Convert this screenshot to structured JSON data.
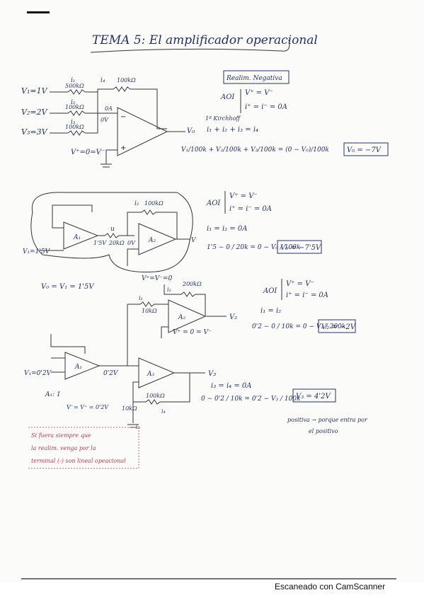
{
  "page": {
    "title": "TEMA 5: El amplificador operacional",
    "footer": "Escaneado con CamScanner"
  },
  "circuit1": {
    "v1": "V₁=1V",
    "v2": "V₂=2V",
    "v3": "V₃=3V",
    "r1": "500kΩ",
    "r2": "100kΩ",
    "r3": "100kΩ",
    "rf": "100kΩ",
    "i1": "i₁",
    "i2": "i₂",
    "i3": "i₃",
    "i4": "i₄",
    "zero": "0A",
    "zerov": "0V",
    "vplus": "V⁺=0=V⁻",
    "vo": "V₀",
    "section": "Realim. Negativa",
    "aoi_a": "V⁺ = V⁻",
    "aoi_b": "i⁺ = i⁻ = 0A",
    "kcl_label": "1ª Kirchhoff",
    "kcl": "i₁ + i₂ + i₃ = i₄",
    "eq": "V₁/100k + V₂/100k + V₃/100k = (0 − V₀)/100k",
    "result": "V₀ = −7V"
  },
  "circuit2": {
    "r_top": "100kΩ",
    "i_top": "i₂",
    "r_mid": "20kΩ",
    "u": "u",
    "vin": "V₁=1'5V",
    "v15": "1'5V",
    "v0": "0V",
    "a1": "A₁",
    "a2": "A₂",
    "out": "V",
    "caption": "V₀ = V₁ = 1'5V",
    "aoi_a": "V⁺ = V⁻",
    "aoi_b": "i⁺ = i⁻ = 0A",
    "kcl": "i₁ = i₂ = 0A",
    "eq": "1'5 − 0 / 20k = 0 − V₀ / 100k",
    "result": "V₀ = −7'5V"
  },
  "circuit3": {
    "vtop": "V⁺=V⁻=0",
    "r1": "200kΩ",
    "r2": "10kΩ",
    "i1": "i₁",
    "i2": "i₂",
    "a2": "A₂",
    "out2": "V₂",
    "vcond": "V⁺ = 0 = V⁻",
    "aoi_a": "V⁺ = V⁻",
    "aoi_b": "i⁺ = i⁻ = 0A",
    "kcl": "i₁ = i₂",
    "eq": "0'2 − 0 / 10k = 0 − V₂ / 200k",
    "result": "V₂ = −2V",
    "vin": "V₁=0'2V",
    "node": "0'2V",
    "a1": "A₁",
    "a3": "A₃",
    "out3": "V₃",
    "a1note": "A₁: 1",
    "vcond3": "V⁻= V⁺ = 0'2V",
    "r3": "10kΩ",
    "r4": "100kΩ",
    "i3": "i₃",
    "i4": "i₄",
    "kcl3": "i₃ = i₄ = 0A",
    "eq3": "0 − 0'2 / 10k = 0'2 − V₃ / 100k",
    "result3": "V₃ = 4'2V",
    "note3a": "positiva → porque entra por",
    "note3b": "el positivo"
  },
  "sidenote": {
    "l1": "Si fuera siempre que",
    "l2": "la realim. venga por la",
    "l3": "terminal (-) son lineal opeacional"
  }
}
